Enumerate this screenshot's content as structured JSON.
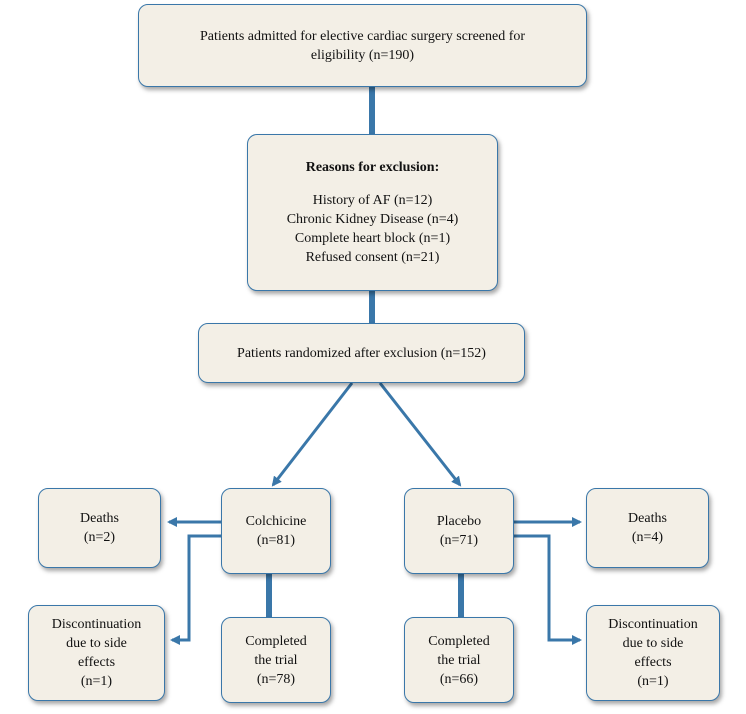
{
  "nodes": {
    "screened": {
      "lines": [
        "Patients admitted for elective cardiac surgery screened for",
        "eligibility (n=190)"
      ]
    },
    "exclusion": {
      "heading": "Reasons for exclusion:",
      "lines": [
        "History of AF (n=12)",
        "Chronic Kidney Disease (n=4)",
        "Complete heart block (n=1)",
        "Refused consent (n=21)"
      ]
    },
    "randomized": {
      "lines": [
        "Patients randomized after exclusion (n=152)"
      ]
    },
    "colchicine": {
      "lines": [
        "Colchicine",
        "(n=81)"
      ]
    },
    "placebo": {
      "lines": [
        "Placebo",
        "(n=71)"
      ]
    },
    "deaths_left": {
      "lines": [
        "Deaths",
        "(n=2)"
      ]
    },
    "deaths_right": {
      "lines": [
        "Deaths",
        "(n=4)"
      ]
    },
    "discontinued_left": {
      "lines": [
        "Discontinuation",
        "due to side",
        "effects",
        "(n=1)"
      ]
    },
    "discontinued_right": {
      "lines": [
        "Discontinuation",
        "due to side",
        "effects",
        "(n=1)"
      ]
    },
    "completed_left": {
      "lines": [
        "Completed",
        "the trial",
        "(n=78)"
      ]
    },
    "completed_right": {
      "lines": [
        "Completed",
        "the trial",
        "(n=66)"
      ]
    }
  },
  "colors": {
    "box_fill": "#f3efe6",
    "box_border": "#3a77a9",
    "connector": "#3a77a9"
  }
}
